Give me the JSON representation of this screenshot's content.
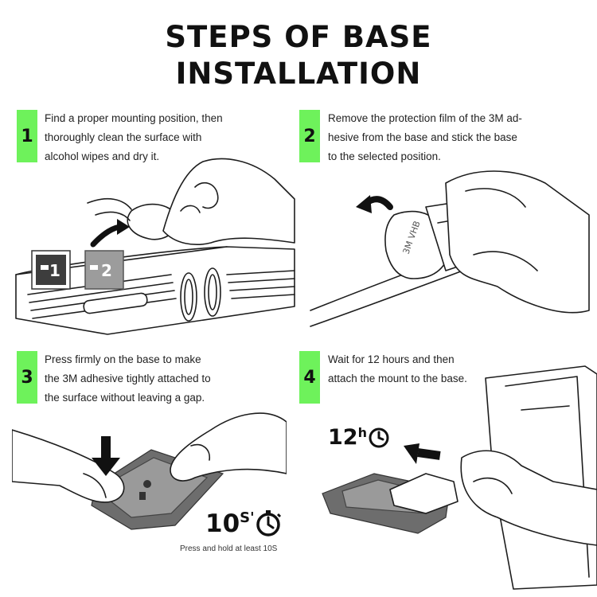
{
  "title": {
    "line1": "STEPS OF BASE",
    "line2": "INSTALLATION"
  },
  "steps": [
    {
      "number": "1",
      "text": "Find a proper mounting position, then\nthoroughly clean the surface with\nalcohol wipes and dry it."
    },
    {
      "number": "2",
      "text": "Remove the protection film of the 3M ad-\nhesive from the base and stick the base\nto the selected position."
    },
    {
      "number": "3",
      "text": "Press firmly on the base to make\nthe 3M adhesive tightly attached to\nthe surface without leaving a gap."
    },
    {
      "number": "4",
      "text": "Wait for 12 hours and then\nattach the mount to the base."
    }
  ],
  "badges": {
    "one": "1",
    "two": "2",
    "tape": "3M VHB"
  },
  "timer_12h": {
    "value": "12",
    "unit": "h"
  },
  "timer_10s": {
    "value": "10",
    "unit": "S'"
  },
  "caption": "Press and hold at least 10S",
  "accent_color": "#6ef25b"
}
